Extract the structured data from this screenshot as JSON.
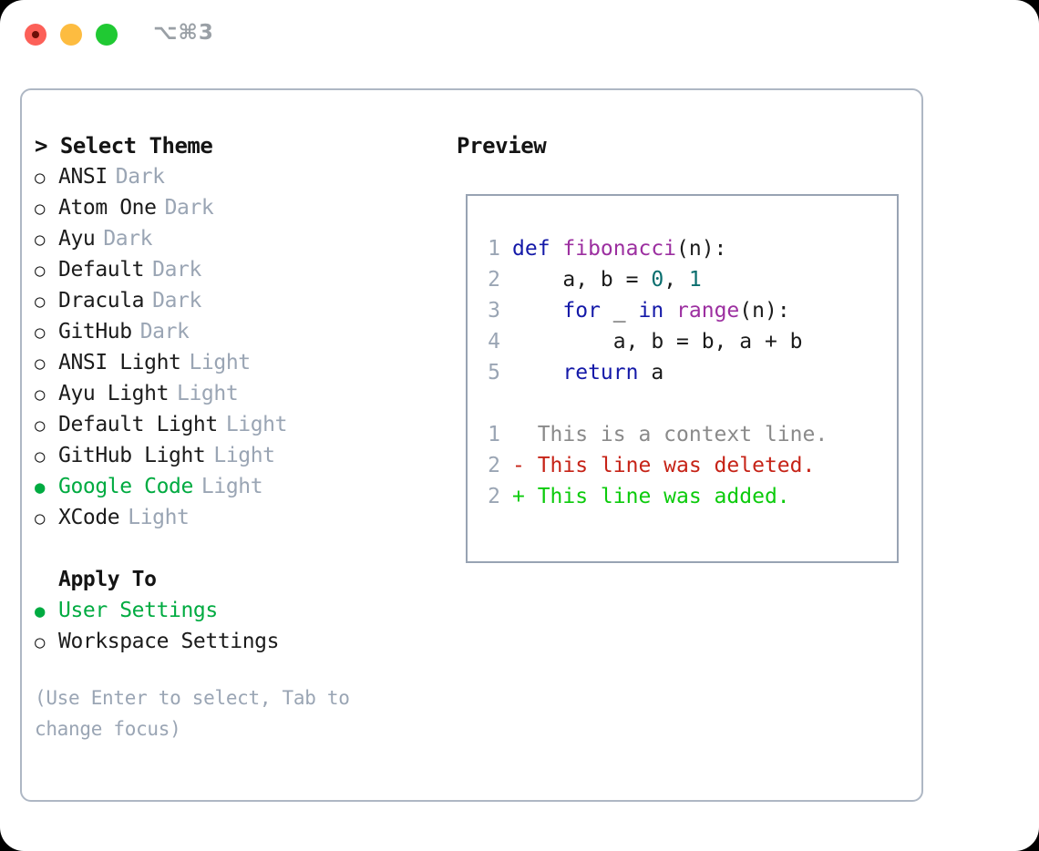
{
  "window": {
    "shortcut": "⌥⌘3",
    "traffic_lights": [
      "close-red",
      "minimize-yellow",
      "maximize-green"
    ],
    "colors": {
      "close": "#fc6058",
      "minimize": "#fdbc40",
      "maximize": "#20c933",
      "card_border": "#aeb7c4",
      "accent_green": "#00ab41",
      "muted_gray": "#9aa5b4"
    }
  },
  "theme_panel": {
    "title": "> Select Theme",
    "bullet_unselected": "○",
    "bullet_selected": "●",
    "options": [
      {
        "label": "ANSI",
        "tag": "Dark",
        "selected": false
      },
      {
        "label": "Atom One",
        "tag": "Dark",
        "selected": false
      },
      {
        "label": "Ayu",
        "tag": "Dark",
        "selected": false
      },
      {
        "label": "Default",
        "tag": "Dark",
        "selected": false
      },
      {
        "label": "Dracula",
        "tag": "Dark",
        "selected": false
      },
      {
        "label": "GitHub",
        "tag": "Dark",
        "selected": false
      },
      {
        "label": "ANSI Light",
        "tag": "Light",
        "selected": false
      },
      {
        "label": "Ayu Light",
        "tag": "Light",
        "selected": false
      },
      {
        "label": "Default Light",
        "tag": "Light",
        "selected": false
      },
      {
        "label": "GitHub Light",
        "tag": "Light",
        "selected": false
      },
      {
        "label": "Google Code",
        "tag": "Light",
        "selected": true
      },
      {
        "label": "XCode",
        "tag": "Light",
        "selected": false
      }
    ]
  },
  "apply_to": {
    "title": "Apply To",
    "options": [
      {
        "label": "User Settings",
        "tag": "",
        "selected": true
      },
      {
        "label": "Workspace Settings",
        "tag": "",
        "selected": false
      }
    ]
  },
  "hint": "(Use Enter to select, Tab to change focus)",
  "preview": {
    "title": "Preview",
    "code_lines": [
      {
        "num": "1",
        "tokens": [
          {
            "t": "def ",
            "c": "kw"
          },
          {
            "t": "fibonacci",
            "c": "fn"
          },
          {
            "t": "(n):",
            "c": "pl"
          }
        ]
      },
      {
        "num": "2",
        "tokens": [
          {
            "t": "    a, b = ",
            "c": "pl"
          },
          {
            "t": "0",
            "c": "num"
          },
          {
            "t": ", ",
            "c": "pl"
          },
          {
            "t": "1",
            "c": "num"
          }
        ]
      },
      {
        "num": "3",
        "tokens": [
          {
            "t": "    ",
            "c": "pl"
          },
          {
            "t": "for",
            "c": "kw"
          },
          {
            "t": " _ ",
            "c": "pl"
          },
          {
            "t": "in",
            "c": "kw"
          },
          {
            "t": " ",
            "c": "pl"
          },
          {
            "t": "range",
            "c": "fn"
          },
          {
            "t": "(n):",
            "c": "pl"
          }
        ]
      },
      {
        "num": "4",
        "tokens": [
          {
            "t": "        a, b = b, a + b",
            "c": "pl"
          }
        ]
      },
      {
        "num": "5",
        "tokens": [
          {
            "t": "    ",
            "c": "pl"
          },
          {
            "t": "return",
            "c": "kw"
          },
          {
            "t": " a",
            "c": "pl"
          }
        ]
      }
    ],
    "diff_lines": [
      {
        "num": "1",
        "marker": " ",
        "text": " This is a context line.",
        "kind": "ctx"
      },
      {
        "num": "2",
        "marker": "-",
        "text": " This line was deleted.",
        "kind": "del"
      },
      {
        "num": "2",
        "marker": "+",
        "text": " This line was added.",
        "kind": "add"
      }
    ]
  }
}
